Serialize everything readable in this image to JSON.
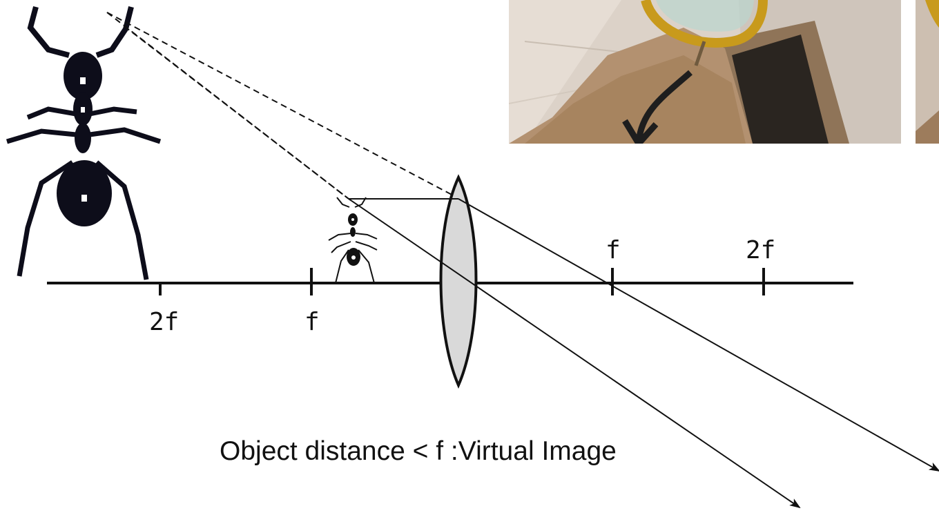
{
  "diagram": {
    "caption": "Object distance < f :Virtual Image",
    "axis_labels": {
      "left_2f": "2f",
      "left_f": "f",
      "right_f": "f",
      "right_2f": "2f"
    },
    "elements": [
      "large-ant-virtual-image",
      "small-ant-object",
      "converging-lens",
      "principal-axis",
      "ray-through-focus",
      "ray-through-center",
      "dashed-extension-rays"
    ]
  },
  "photos": [
    {
      "name": "magnifier-photo",
      "depicts": "gold-rimmed magnifying glass over sand in a cardboard box with curved arrow"
    },
    {
      "name": "second-photo-cropped",
      "depicts": "partially visible second photo"
    }
  ],
  "colors": {
    "ink": "#111111",
    "lens_fill": "#d9d9d9",
    "box_brown": "#a17a52",
    "sand": "#b08d68",
    "floor": "#d8cfc6",
    "gold": "#c89a1c"
  }
}
